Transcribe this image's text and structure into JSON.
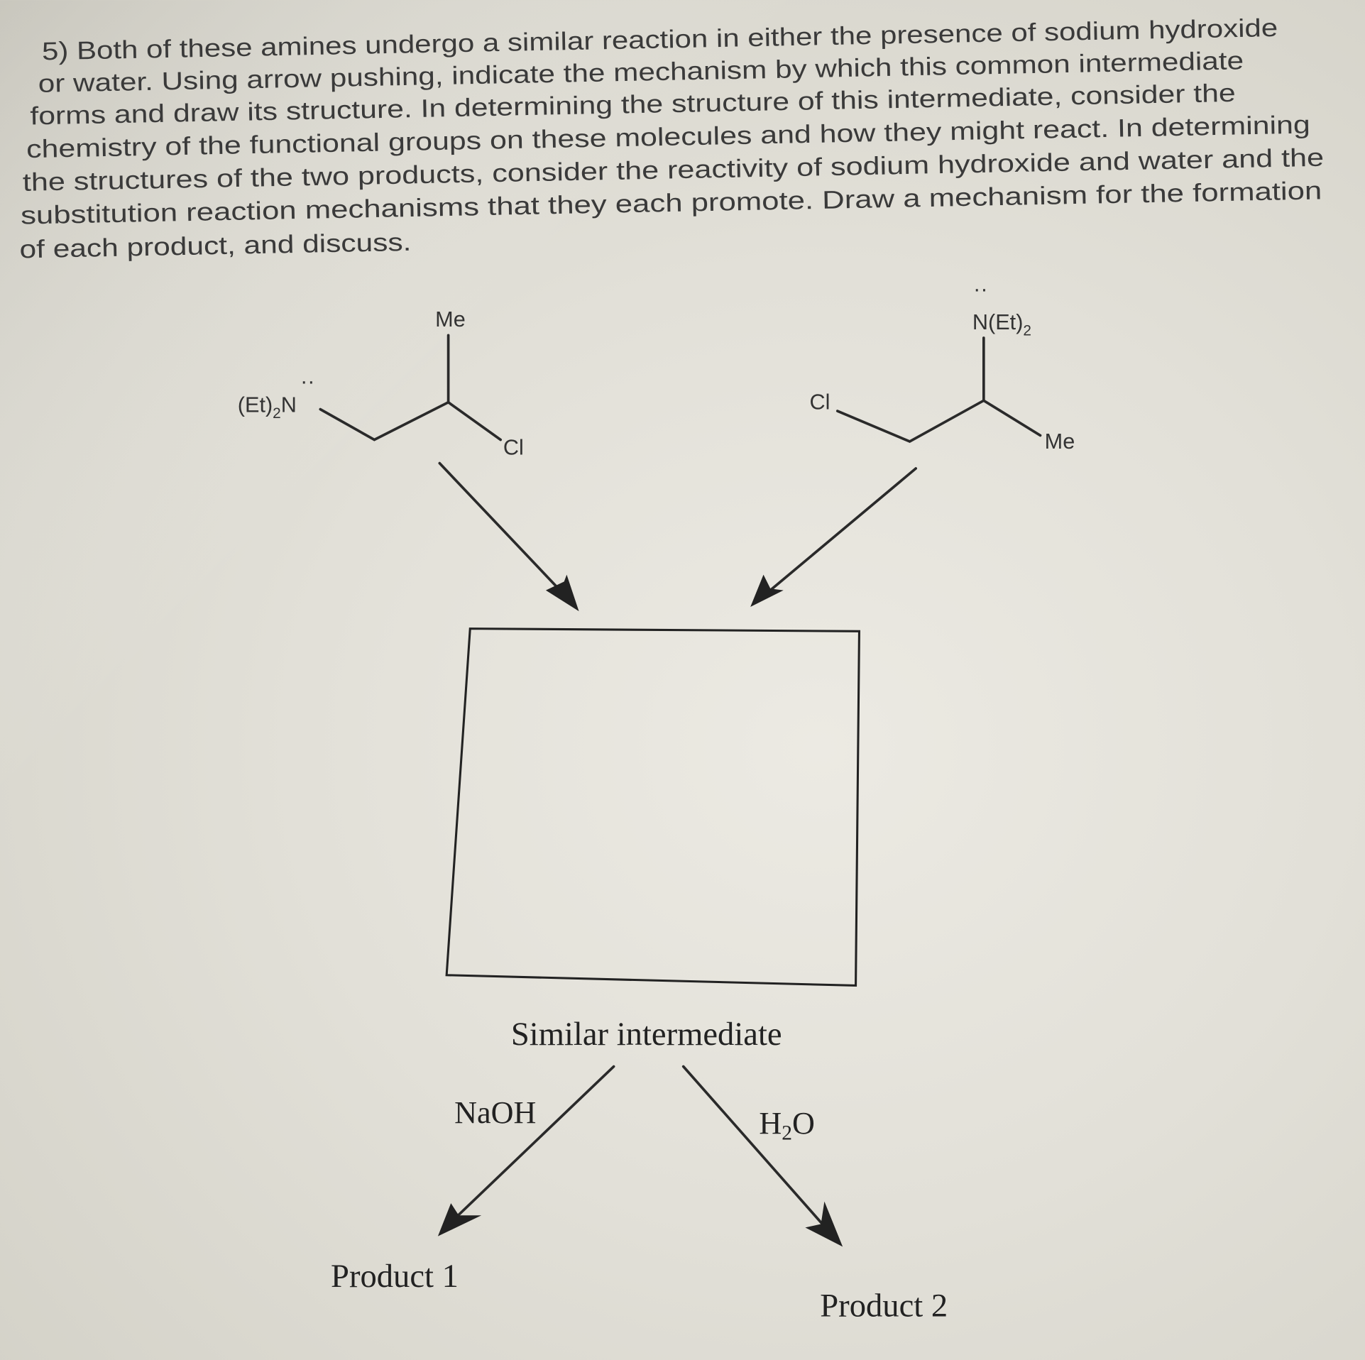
{
  "question": {
    "lines": [
      "5) Both of these amines undergo a similar reaction in either the presence of sodium hydroxide",
      "or water. Using arrow pushing, indicate the mechanism by which this common intermediate",
      "forms and draw its structure. In determining the structure of this intermediate, consider the",
      "chemistry of the functional groups on these molecules and how they might react. In determining",
      "the structures of the two products, consider the reactivity of sodium hydroxide and water and the",
      "substitution reaction mechanisms that they each promote.  Draw a mechanism for the formation",
      "of each product, and discuss."
    ]
  },
  "molecule_left": {
    "amine": "(Et)2N",
    "methyl": "Me",
    "halogen": "Cl"
  },
  "molecule_right": {
    "amine": "N(Et)2",
    "methyl": "Me",
    "halogen": "Cl"
  },
  "intermediate_label": "Similar intermediate",
  "reagent_left": "NaOH",
  "reagent_right": "H2O",
  "product_left": "Product 1",
  "product_right": "Product 2"
}
